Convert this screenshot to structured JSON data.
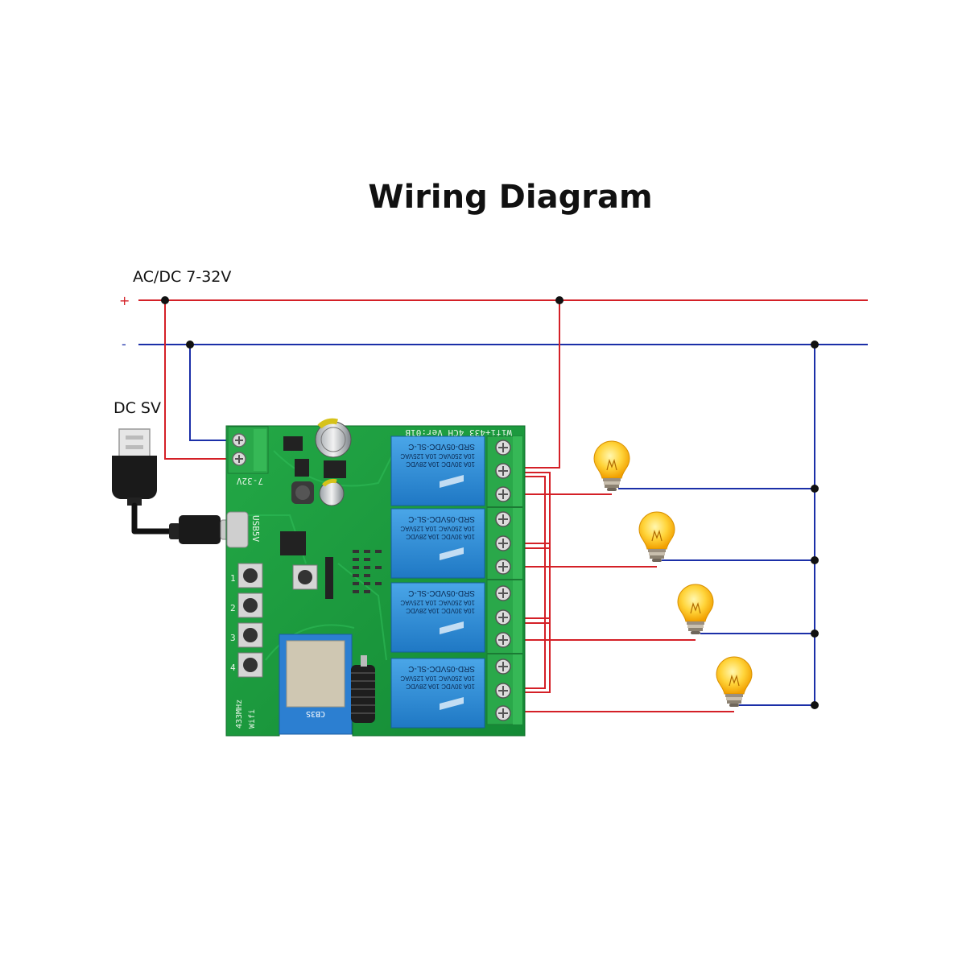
{
  "title": "Wiring Diagram",
  "labels": {
    "power_input": "AC/DC 7-32V",
    "plus": "+",
    "minus": "-",
    "usb_input": "DC SV"
  },
  "board": {
    "power_terminal_label": "7-32V",
    "usb_label": "USB5V",
    "header_text": "Wifi+433  4CH   Ver:01B",
    "wifi_label": "Wifi",
    "rf_label": "433MHz",
    "module_label": "CB3S",
    "button_numbers": [
      "1",
      "2",
      "3",
      "4"
    ],
    "relay_model": "SRD-05VDC-SL-C",
    "relay_ratings": [
      "10A 250VAC  10A 125VAC",
      "10A 30VDC  10A 28VDC"
    ]
  },
  "colors": {
    "positive_wire": "#d42027",
    "negative_wire": "#1b2fa8",
    "pcb": "#1f9a3e",
    "relay": "#2f8fd8",
    "terminal": "#2aa84a"
  },
  "loads": [
    "bulb-1",
    "bulb-2",
    "bulb-3",
    "bulb-4"
  ]
}
